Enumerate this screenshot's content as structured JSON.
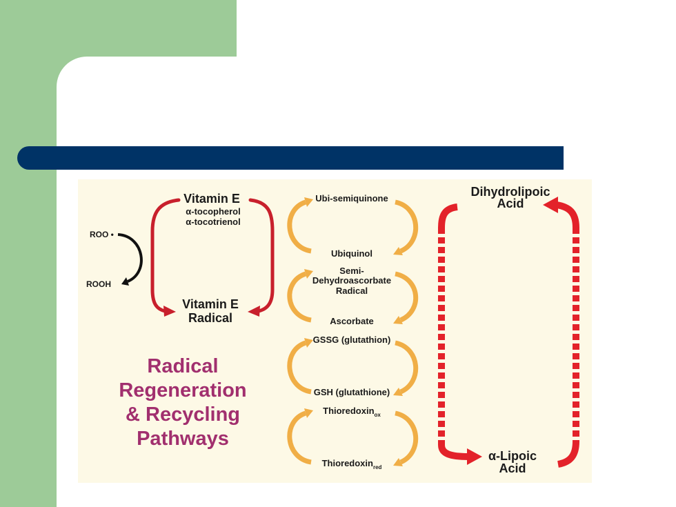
{
  "colors": {
    "side_green": "#9dcb98",
    "header_bar_navy": "#003366",
    "diagram_background": "#fdf9e6",
    "bracket_red": "#c8202c",
    "lipoic_red": "#e3222a",
    "recycling_orange": "#f0ae46",
    "peroxyl_arrow_black": "#111111",
    "title_magenta": "#a12f6e"
  },
  "diagram": {
    "vitamin_e": [
      "Vitamin E",
      "α-tocopherol",
      "α-tocotrienol"
    ],
    "vitamin_e_radical": [
      "Vitamin E",
      "Radical"
    ],
    "peroxyl": {
      "top": "ROO •",
      "bottom": "ROOH"
    },
    "recycling_pairs": [
      {
        "top": [
          "Ubi-semiquinone"
        ],
        "bottom": "Ubiquinol"
      },
      {
        "top": [
          "Semi-",
          "Dehydroascorbate",
          "Radical"
        ],
        "bottom": "Ascorbate"
      },
      {
        "top": [
          "GSSG (glutathion)"
        ],
        "bottom": "GSH (glutathione)"
      },
      {
        "top": [
          "Thioredoxin"
        ],
        "top_subscript": "ox",
        "bottom": "Thioredoxin",
        "bottom_subscript": "red"
      }
    ],
    "dihydrolipoic_acid": [
      "Dihydrolipoic",
      "Acid"
    ],
    "alpha_lipoic_acid": [
      "α-Lipoic",
      "Acid"
    ],
    "title_lines": [
      "Radical",
      "Regeneration",
      "& Recycling",
      "Pathways"
    ]
  }
}
